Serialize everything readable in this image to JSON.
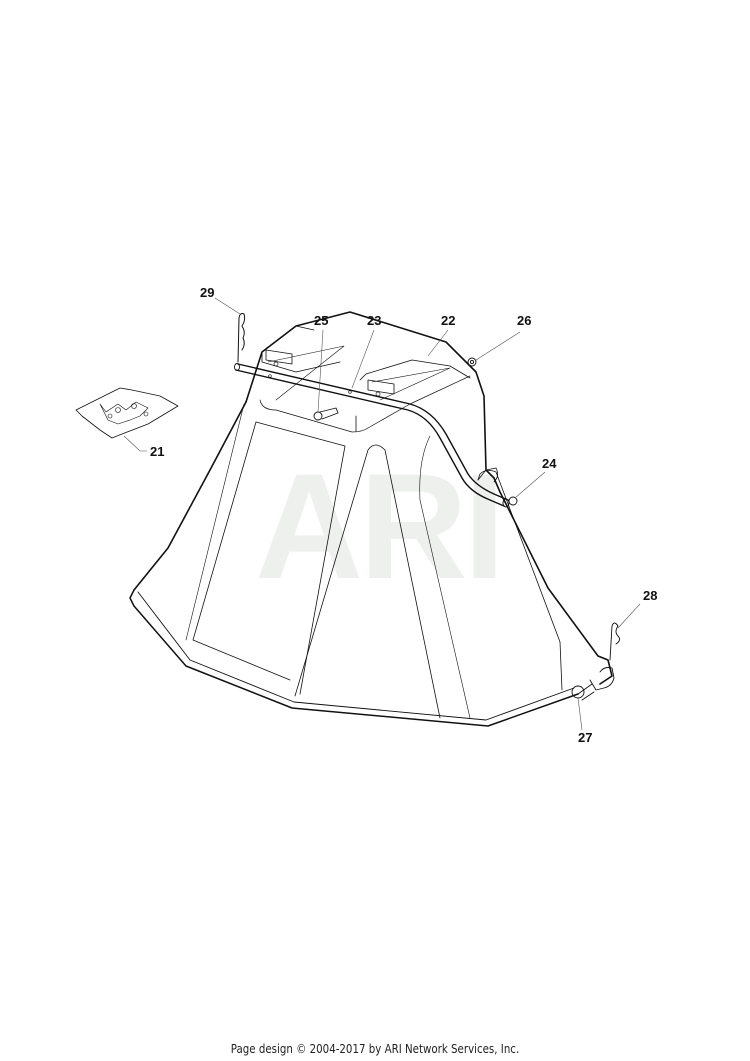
{
  "diagram": {
    "type": "exploded parts diagram",
    "subject": "grass collector hood assembly",
    "watermark": "ARI",
    "callouts": [
      {
        "id": "21",
        "label": "21",
        "part": "hardware bag"
      },
      {
        "id": "22",
        "label": "22",
        "part": "hood / collector top"
      },
      {
        "id": "23",
        "label": "23",
        "part": "handle rod"
      },
      {
        "id": "24",
        "label": "24",
        "part": "end cap"
      },
      {
        "id": "25",
        "label": "25",
        "part": "bolt"
      },
      {
        "id": "26",
        "label": "26",
        "part": "nut"
      },
      {
        "id": "27",
        "label": "27",
        "part": "pin"
      },
      {
        "id": "28",
        "label": "28",
        "part": "hairpin clip"
      },
      {
        "id": "29",
        "label": "29",
        "part": "hairpin clip"
      }
    ]
  },
  "footer": {
    "text": "Page design © 2004-2017 by ARI Network Services, Inc."
  }
}
